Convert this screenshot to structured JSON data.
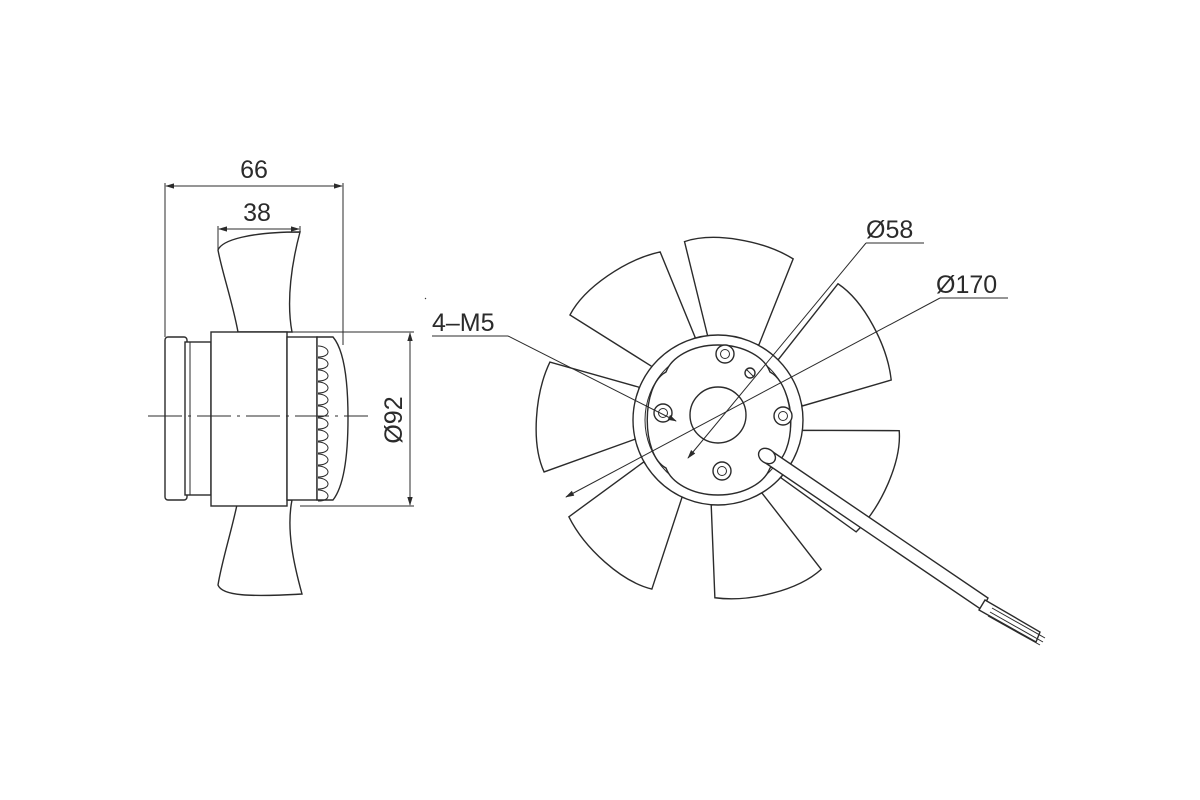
{
  "drawing": {
    "side_view": {
      "overall_depth": "66",
      "blade_depth": "38",
      "motor_diameter": "Ø92"
    },
    "front_view": {
      "mounting_holes": "4–M5",
      "hub_diameter": "Ø58",
      "fan_diameter": "Ø170"
    }
  },
  "colors": {
    "line": "#2b2b2b",
    "background": "#ffffff"
  }
}
